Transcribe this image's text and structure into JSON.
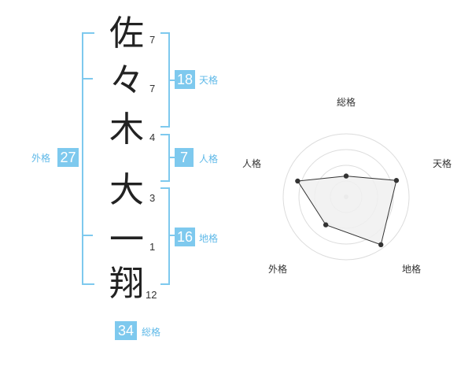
{
  "name": {
    "chars": [
      {
        "char": "佐",
        "strokes": "7"
      },
      {
        "char": "々",
        "strokes": "7"
      },
      {
        "char": "木",
        "strokes": "4"
      },
      {
        "char": "大",
        "strokes": "3"
      },
      {
        "char": "一",
        "strokes": "1"
      },
      {
        "char": "翔",
        "strokes": "12"
      }
    ]
  },
  "kakusu": {
    "tenkaku": {
      "value": "18",
      "label": "天格"
    },
    "jinkaku": {
      "value": "7",
      "label": "人格"
    },
    "chikaku": {
      "value": "16",
      "label": "地格"
    },
    "gaikaku": {
      "value": "27",
      "label": "外格"
    },
    "soukaku": {
      "value": "34",
      "label": "総格"
    }
  },
  "radar": {
    "axes": [
      {
        "label": "総格",
        "score": 0.33
      },
      {
        "label": "天格",
        "score": 0.84
      },
      {
        "label": "地格",
        "score": 0.94
      },
      {
        "label": "外格",
        "score": 0.55
      },
      {
        "label": "人格",
        "score": 0.81
      }
    ],
    "colors": {
      "fill": "#f0f0f0",
      "stroke": "#333333",
      "grid": "#dcdcdc"
    }
  }
}
